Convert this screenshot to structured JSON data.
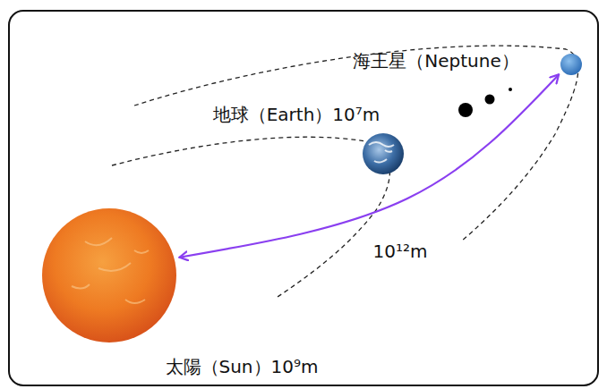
{
  "diagram": {
    "nodes": [
      {
        "text": [
          "海王星（Neptune）"
        ]
      },
      {
        "text": [
          "地球（Earth）10⁷m"
        ]
      },
      {
        "text": [
          "太陽（Sun）10⁹m"
        ]
      }
    ],
    "edges": [
      {
        "from": 2,
        "to": 0,
        "arrow": "both",
        "label": "10¹²m"
      }
    ]
  }
}
